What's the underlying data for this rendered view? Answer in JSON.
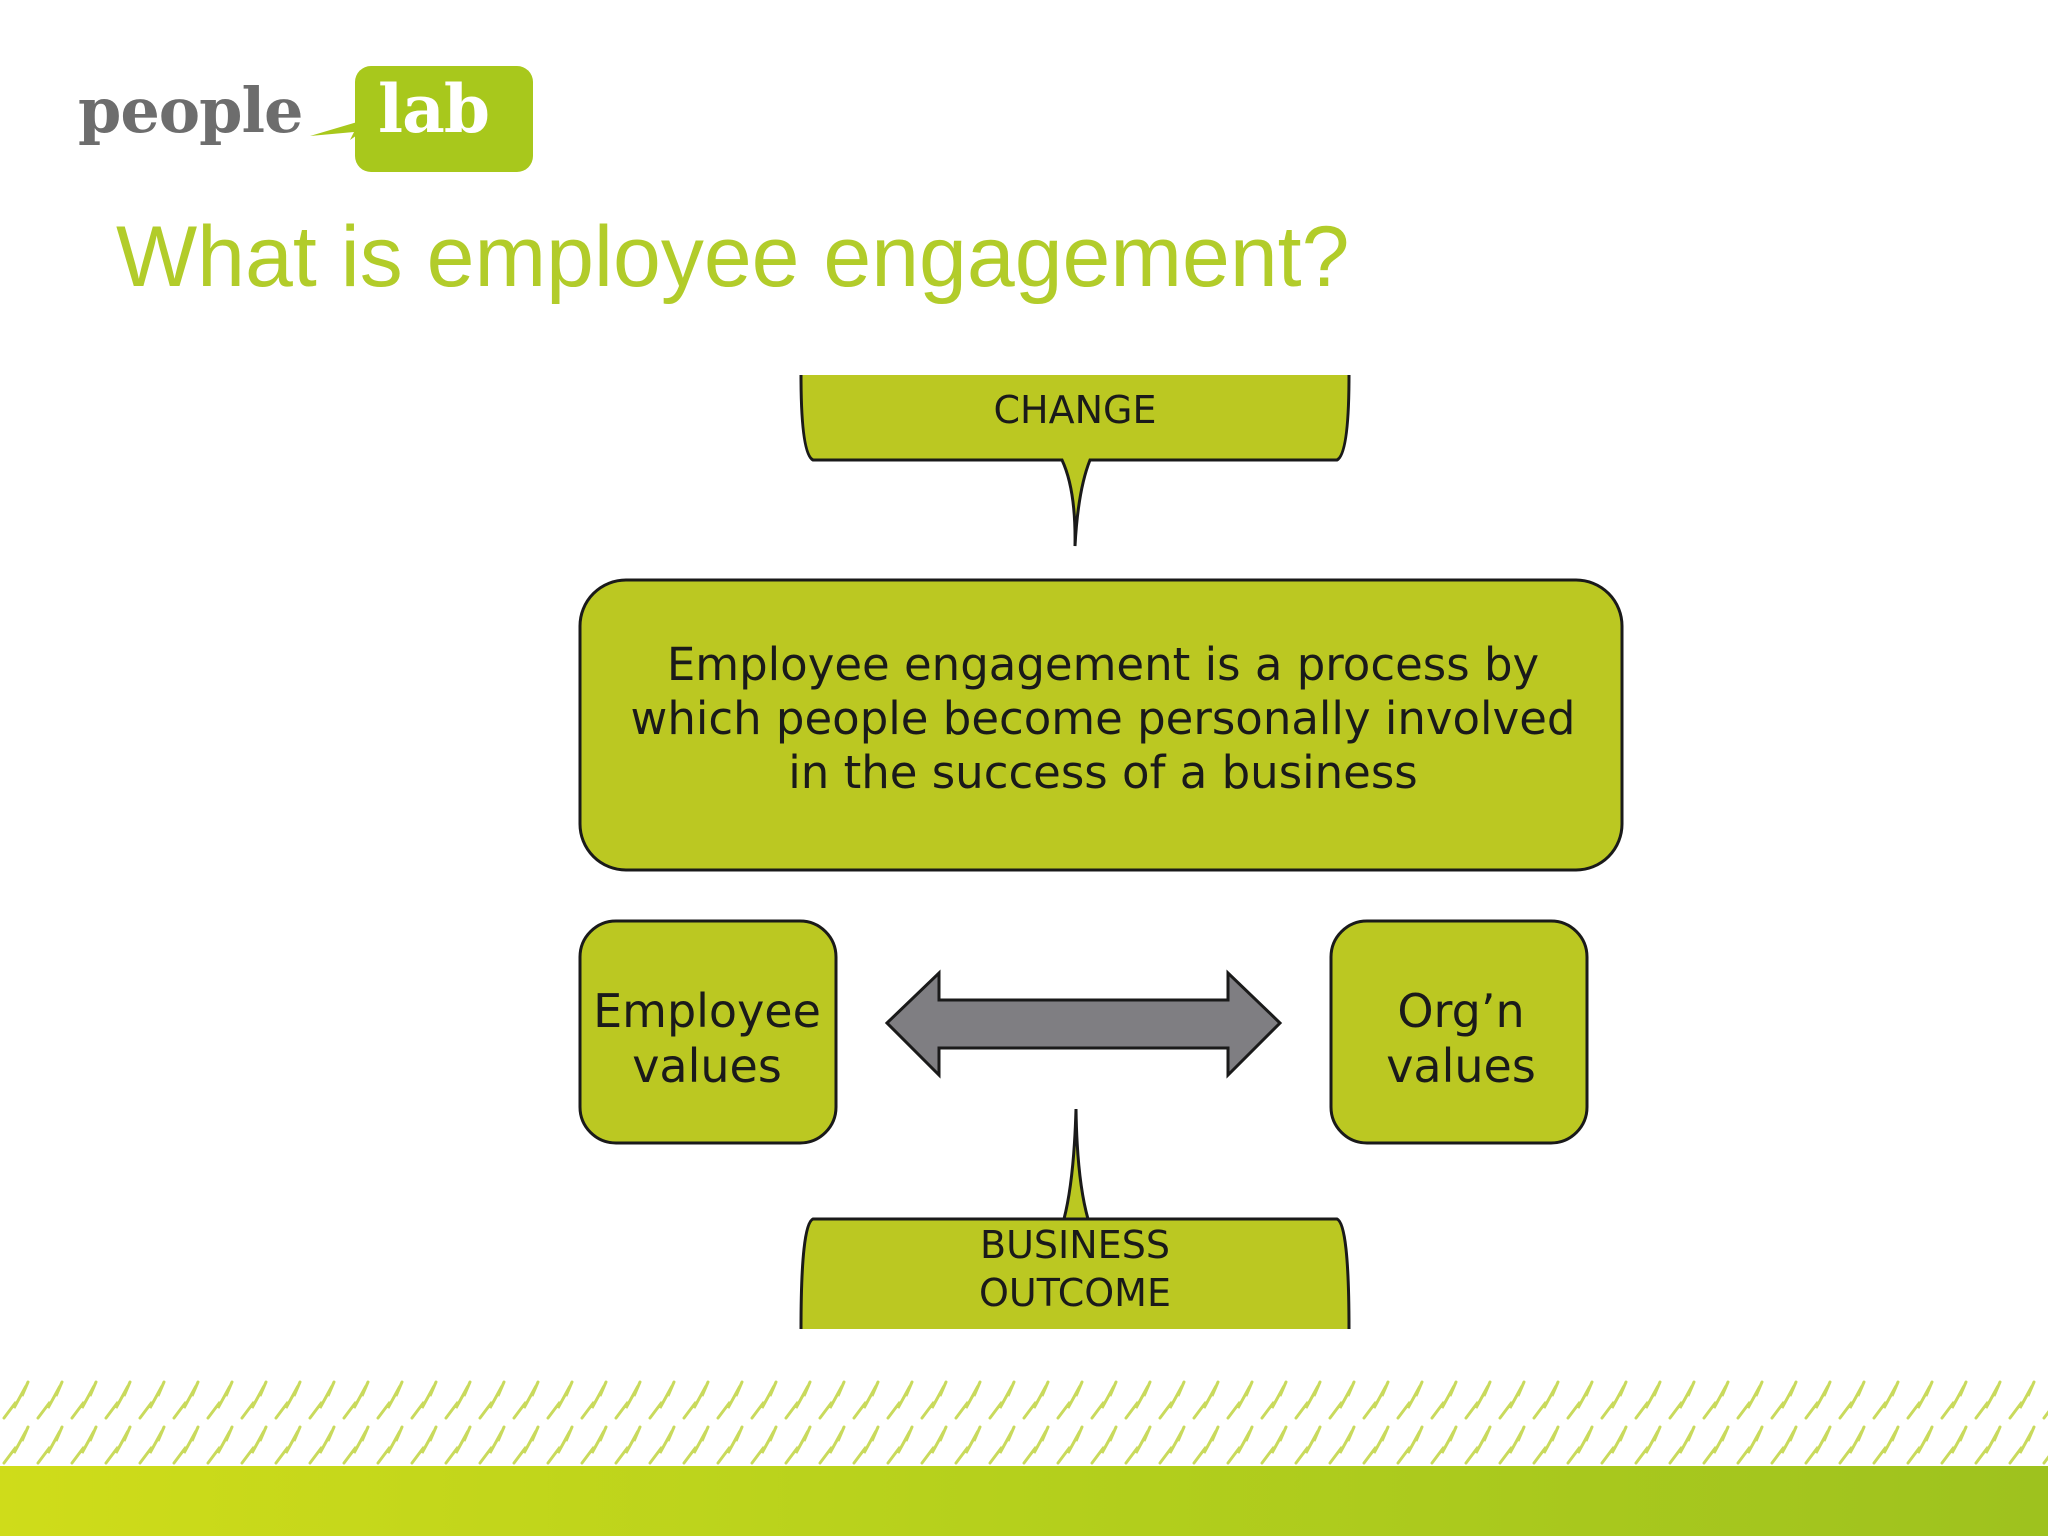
{
  "logo": {
    "people": "people",
    "lab": "lab",
    "brand_green": "#a8c81c",
    "brand_grey": "#6d6d6d"
  },
  "slide": {
    "title": "What is employee engagement?"
  },
  "diagram": {
    "fill_color": "#bbc822",
    "arrow_color": "#7f7e82",
    "top_callout": "CHANGE",
    "definition": [
      "Employee engagement is a process by",
      "which people become personally involved",
      "in the success of a business"
    ],
    "left_box": [
      "Employee",
      "values"
    ],
    "right_box": [
      "Org’n",
      "values"
    ],
    "bottom_callout": [
      "BUSINESS",
      "OUTCOME"
    ],
    "connector": "double-arrow-icon"
  },
  "footer": {
    "pattern": "lightning-bolt-pattern",
    "bar_color": "#b7d11c"
  }
}
